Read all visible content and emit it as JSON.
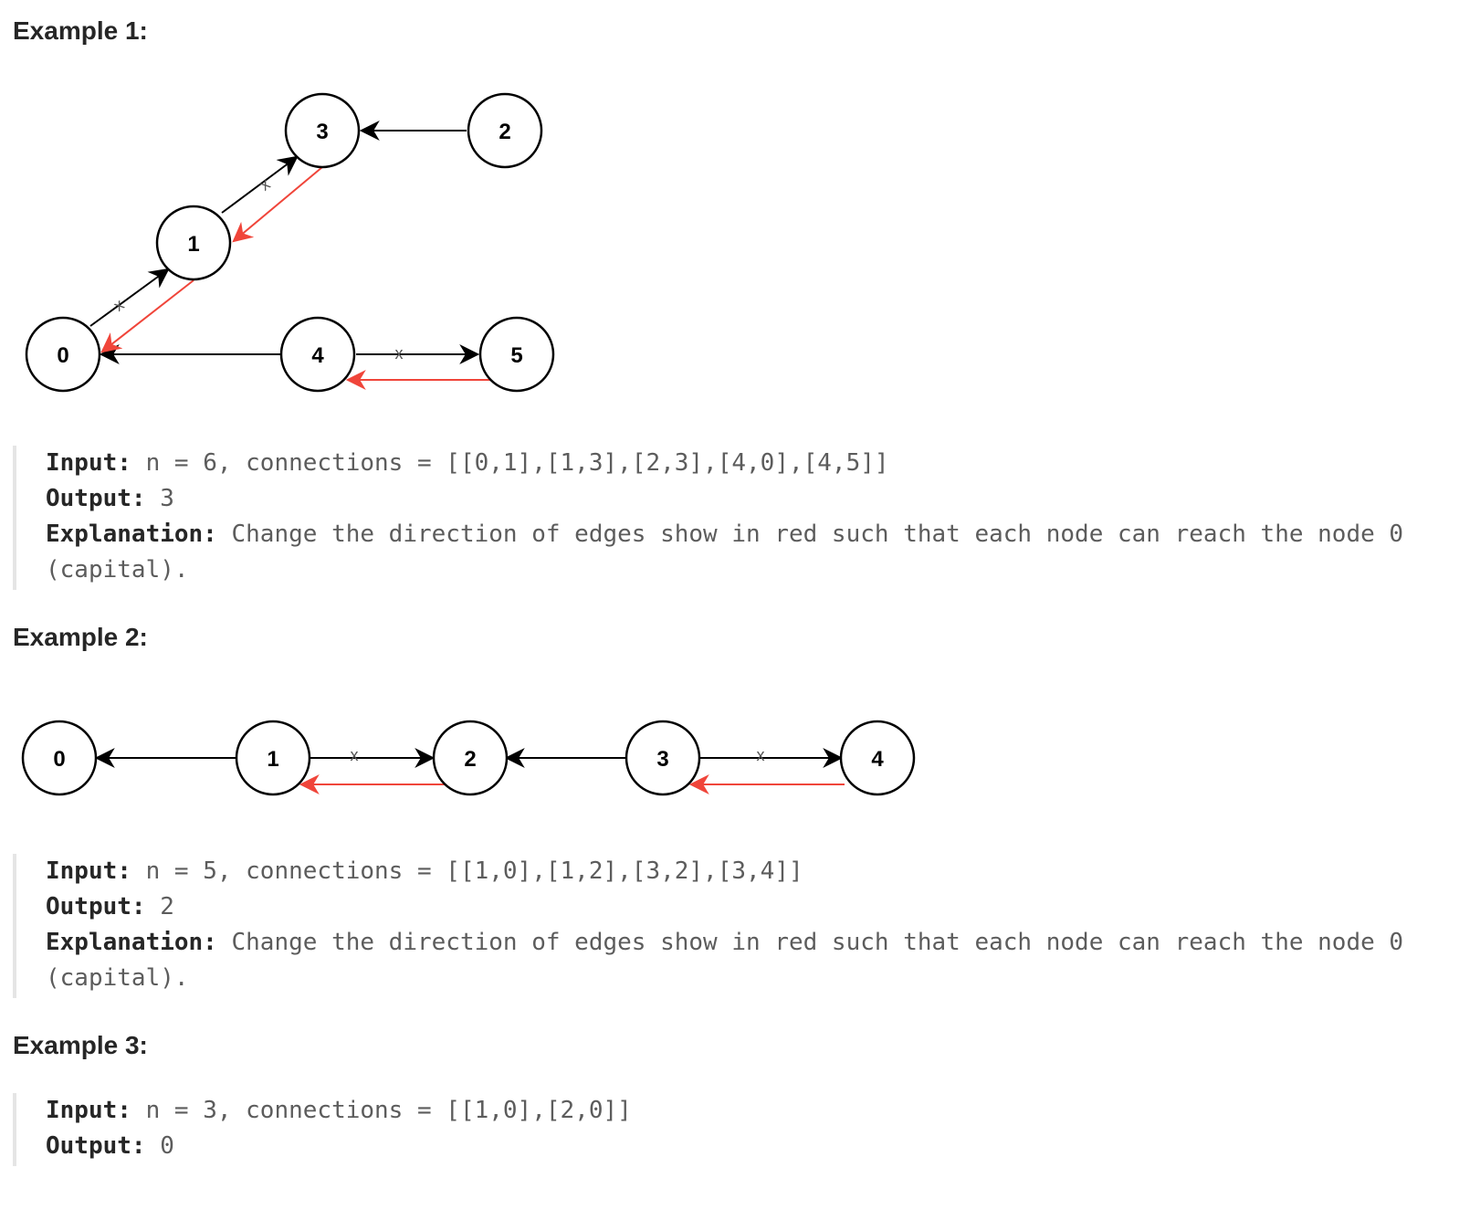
{
  "examples": [
    {
      "heading": "Example 1:",
      "input_label": "Input:",
      "input_value": " n = 6, connections = [[0,1],[1,3],[2,3],[4,0],[4,5]]",
      "output_label": "Output:",
      "output_value": " 3",
      "explanation_label": "Explanation:",
      "explanation_value": " Change the direction of edges show in red such that each node can reach the node 0 (capital).",
      "graph": {
        "nodes": [
          "0",
          "1",
          "2",
          "3",
          "4",
          "5"
        ],
        "edge_mark": "x"
      }
    },
    {
      "heading": "Example 2:",
      "input_label": "Input:",
      "input_value": " n = 5, connections = [[1,0],[1,2],[3,2],[3,4]]",
      "output_label": "Output:",
      "output_value": " 2",
      "explanation_label": "Explanation:",
      "explanation_value": " Change the direction of edges show in red such that each node can reach the node 0 (capital).",
      "graph": {
        "nodes": [
          "0",
          "1",
          "2",
          "3",
          "4"
        ],
        "edge_mark": "x"
      }
    },
    {
      "heading": "Example 3:",
      "input_label": "Input:",
      "input_value": " n = 3, connections = [[1,0],[2,0]]",
      "output_label": "Output:",
      "output_value": " 0"
    }
  ],
  "colors": {
    "edge": "#000000",
    "reversed_edge": "#f0453a",
    "quote_border": "#e5e5e5",
    "value_text": "#5c5c5c"
  }
}
